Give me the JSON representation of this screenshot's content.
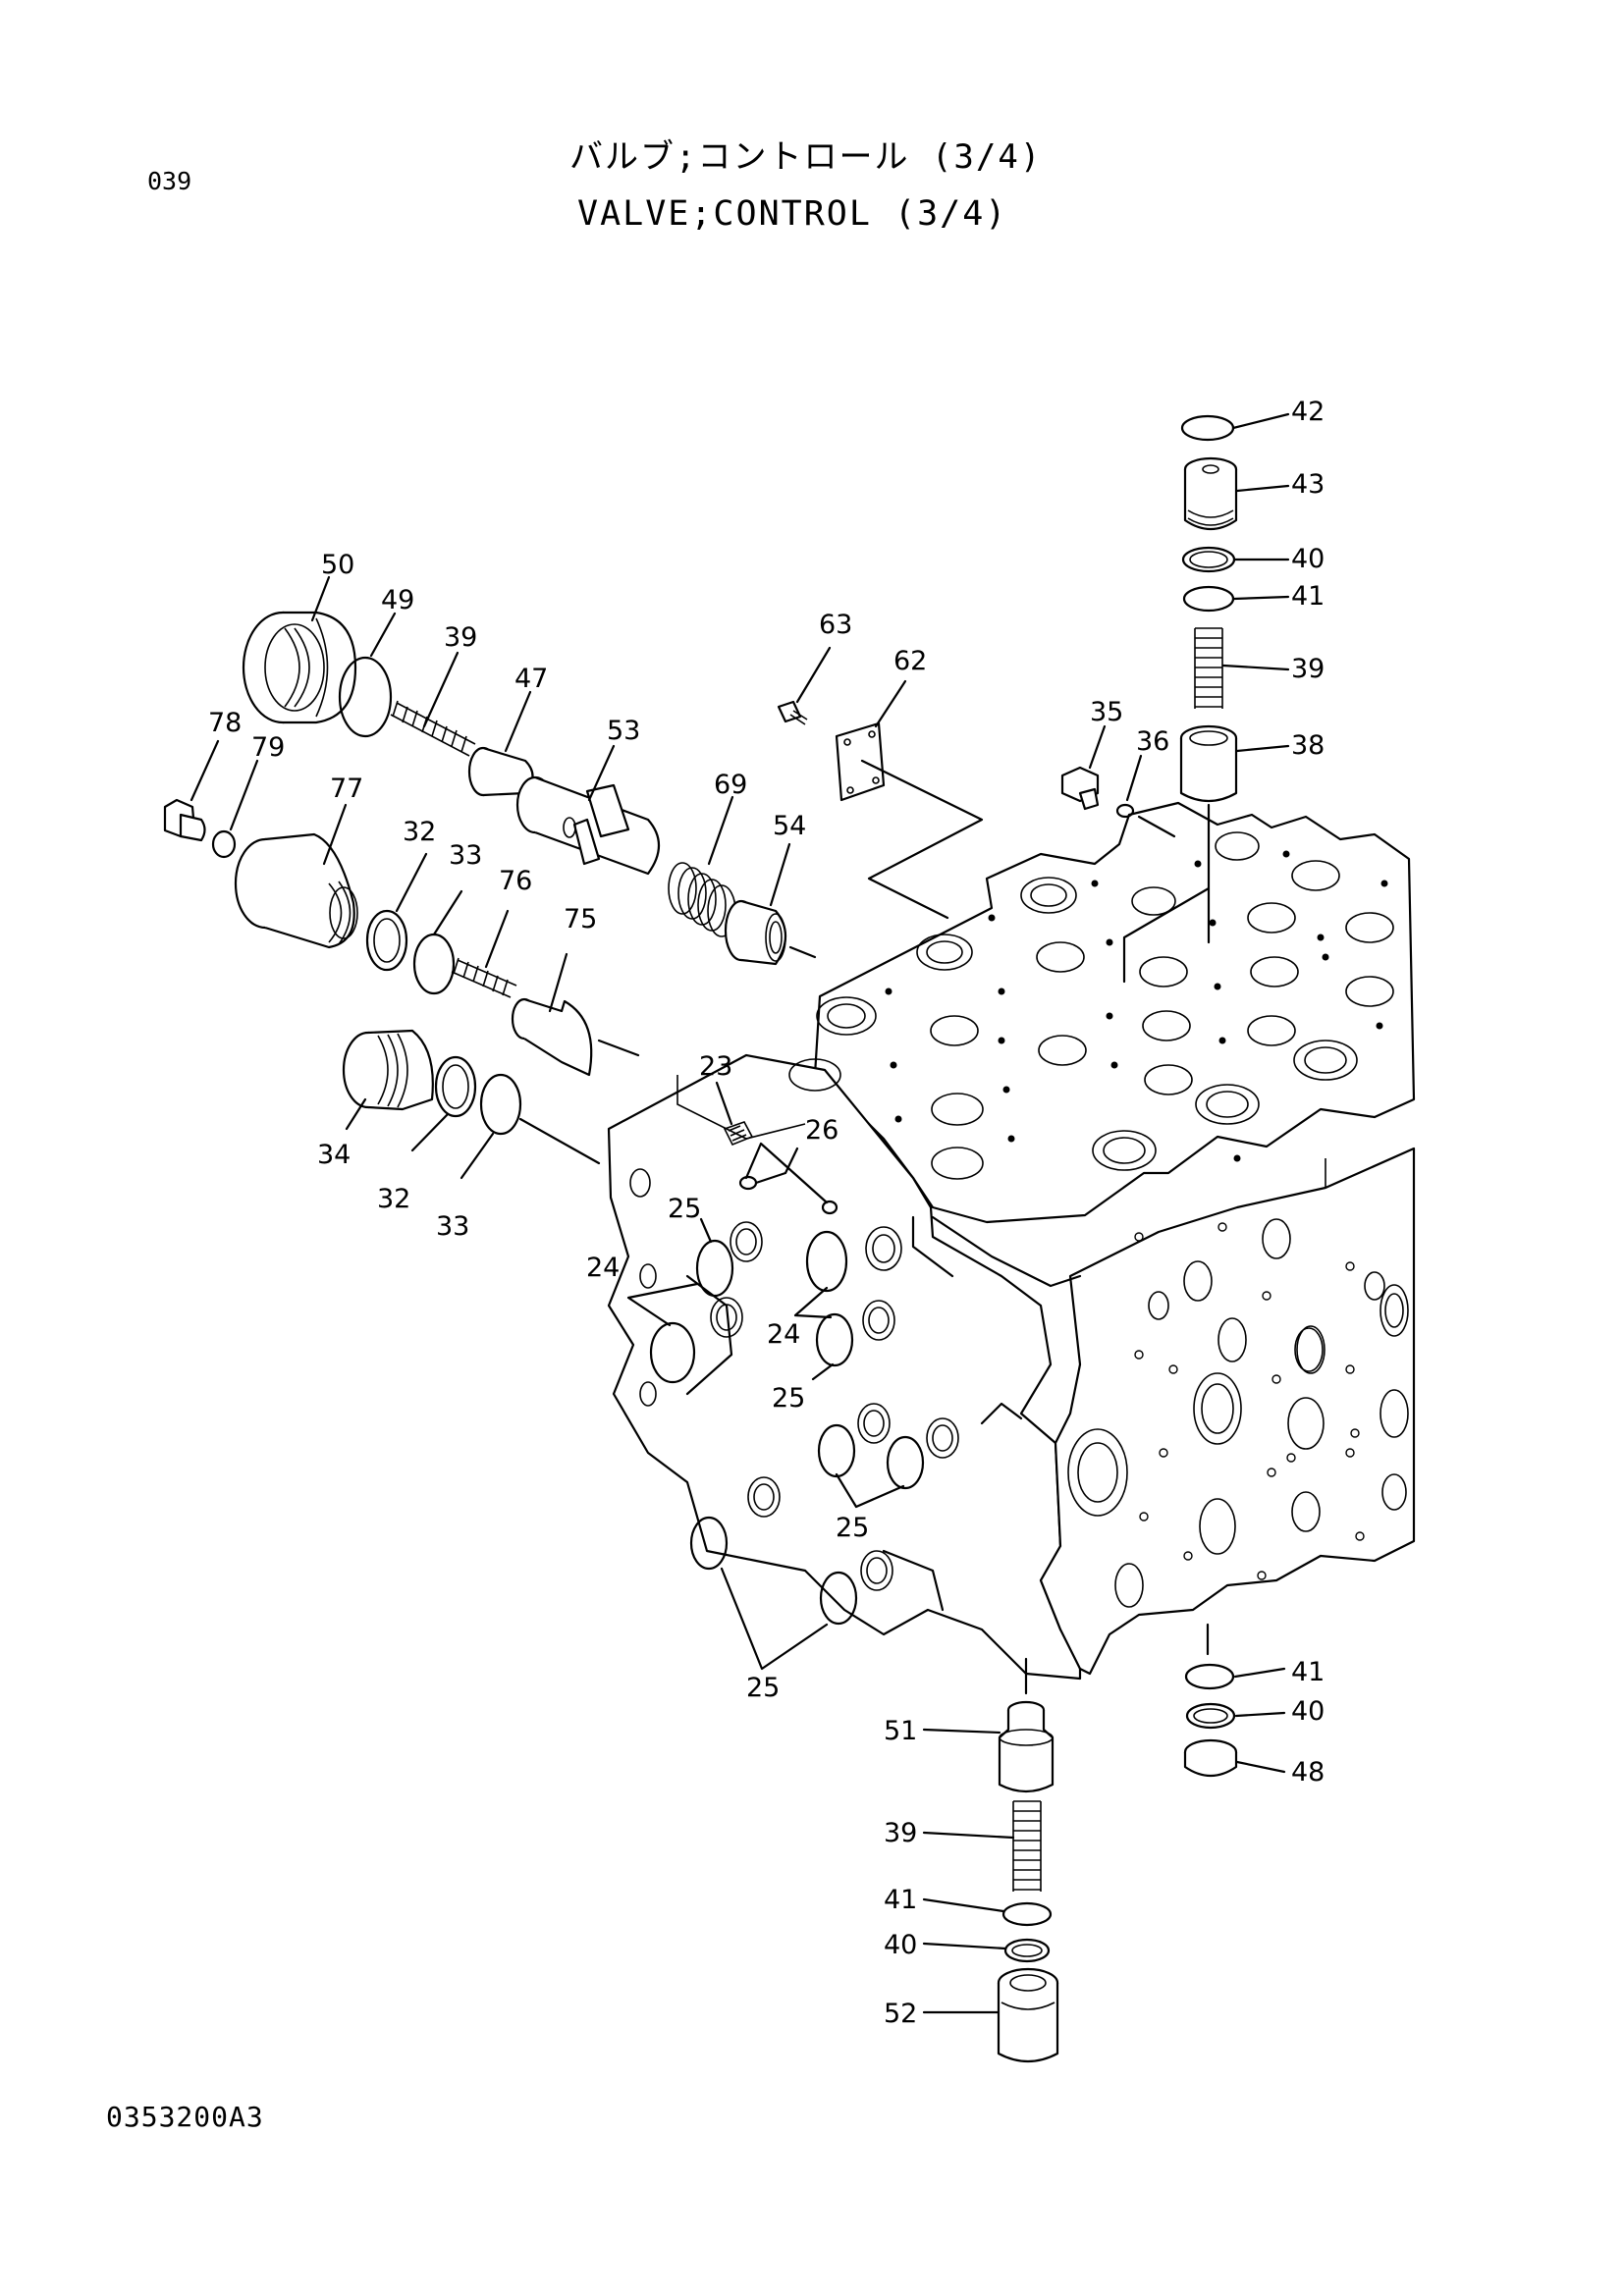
{
  "header": {
    "page_code": "039",
    "title_jp": "バルブ;コントロール (3/4)",
    "title_en": "VALVE;CONTROL (3/4)"
  },
  "footer": {
    "drawing_code": "0353200A3"
  },
  "callouts": {
    "c42": "42",
    "c43": "43",
    "c40a": "40",
    "c41a": "41",
    "c39a": "39",
    "c38": "38",
    "c35": "35",
    "c36": "36",
    "c63": "63",
    "c62": "62",
    "c50": "50",
    "c49": "49",
    "c39b": "39",
    "c47": "47",
    "c53": "53",
    "c78": "78",
    "c79": "79",
    "c77": "77",
    "c32a": "32",
    "c33a": "33",
    "c76": "76",
    "c69": "69",
    "c54": "54",
    "c75": "75",
    "c23": "23",
    "c26": "26",
    "c34": "34",
    "c32b": "32",
    "c33b": "33",
    "c25a": "25",
    "c24a": "24",
    "c24b": "24",
    "c25b": "25",
    "c25c": "25",
    "c25d": "25",
    "c41b": "41",
    "c40b": "40",
    "c48": "48",
    "c51": "51",
    "c39c": "39",
    "c41c": "41",
    "c40c": "40",
    "c52": "52"
  }
}
